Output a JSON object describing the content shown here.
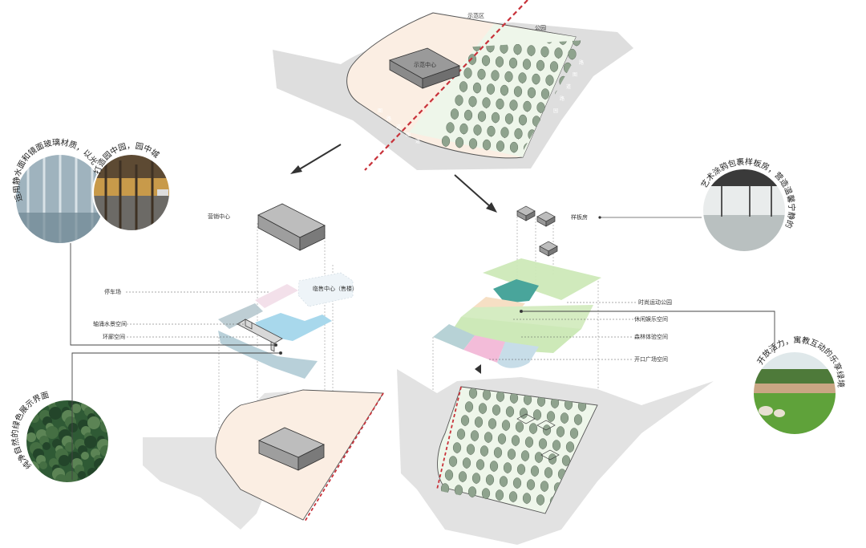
{
  "top_plan": {
    "zone_a": "示范区",
    "zone_b": "公园",
    "building": "示范中心",
    "road_marks": [
      "图",
      "路",
      "道",
      "图",
      "道",
      "园",
      "路",
      "道",
      "图",
      "路"
    ]
  },
  "left_plan": {
    "title": "营销中心",
    "labels": {
      "parking": "停车场",
      "water": "轴涌水景空间",
      "corridor": "环廊空间",
      "temp": "临售中心（售楼）"
    }
  },
  "right_plan": {
    "pavilion_label": "样板房",
    "labels": {
      "sport_park": "时尚运动公园",
      "leisure": "休闲娱乐空间",
      "forest": "森林体验空间",
      "plaza": "开口广场空间"
    }
  },
  "photos": {
    "p1": "运用静水面和镜面玻璃材质，以光影为媒介",
    "p2": "打造园中园，园中城",
    "p3": "纯净自然的绿色展示界面",
    "p4": "艺术涂鸦包裹样板房，营造温馨宁静的居家氛围",
    "p5": "开放活力，寓教互动的乐享绿境"
  },
  "colors": {
    "land": "#fbeee3",
    "water": "#a8d8ec",
    "green": "#cde9b8",
    "teal": "#49a59b",
    "pink": "#f3bcd9",
    "sand": "#f6dfc4",
    "grey_blue": "#b7d2d6",
    "road": "#d9d9d9",
    "redline": "#c8323a"
  }
}
